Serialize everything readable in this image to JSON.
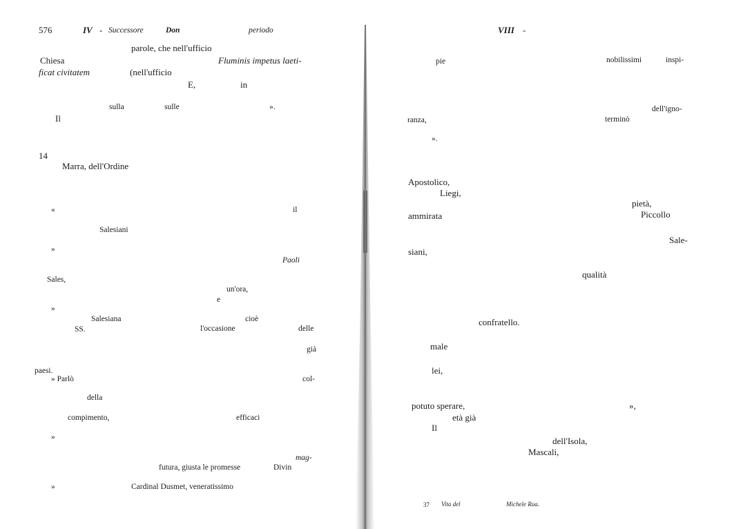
{
  "left_page": {
    "header": {
      "page_number": "576",
      "chapter": "IV",
      "dash": "-",
      "title_a": "Successore",
      "title_b": "Don",
      "title_c": "periodo"
    },
    "words": {
      "w01": "parole, che nell'ufficio",
      "w02": "Chiesa",
      "w03": "Fluminis impetus laeti-",
      "w04": "ficat civitatem",
      "w05": "(nell'ufficio",
      "w06": "E,",
      "w07": "in",
      "w08": "sulla",
      "w09": "sulle",
      "w10": "».",
      "w11": "Il",
      "w12": "14",
      "w13": "Marra, dell'Ordine",
      "w14": "«",
      "w15": "il",
      "w16": "Salesiani",
      "w17": "»",
      "w18": "Paoli",
      "w19": "Sales,",
      "w20": "un'ora,",
      "w21": "e",
      "w22": "»",
      "w23": "Salesiana",
      "w24": "cioè",
      "w25": "SS.",
      "w26": "l'occasione",
      "w27": "delle",
      "w28": "già",
      "w29": "paesi.",
      "w30": "» Parlò",
      "w31": "col-",
      "w32": "della",
      "w33": "compimento,",
      "w34": "efficaci",
      "w35": "»",
      "w36": "mag-",
      "w37": "futura, giusta le promesse",
      "w38": "Divin",
      "w39": "»",
      "w40": "Cardinal Dusmet, veneratissimo"
    }
  },
  "right_page": {
    "header": {
      "chapter": "VIII",
      "dash": "-"
    },
    "words": {
      "r01": "pie",
      "r02": "nobilissimi",
      "r03": "inspi-",
      "r04": "dell'igno-",
      "r05": "ranza,",
      "r06": "terminò",
      "r07": "».",
      "r08": "Apostolico,",
      "r09": "Liegi,",
      "r10": "pietà,",
      "r11": "ammirata",
      "r12": "Piccollo",
      "r13": "Sale-",
      "r14": "siani,",
      "r15": "qualità",
      "r16": "confratello.",
      "r17": "male",
      "r18": "lei,",
      "r19": "potuto sperare,",
      "r20": "»,",
      "r21": "età già",
      "r22": "Il",
      "r23": "dell'Isola,",
      "r24": "Mascali,"
    },
    "footnote": {
      "number": "37",
      "text_a": "Vita del",
      "text_b": "Michele Rua."
    }
  },
  "colors": {
    "ink": "#1a1a1a",
    "paper": "#ffffff",
    "spine": "#9a9a9a"
  }
}
